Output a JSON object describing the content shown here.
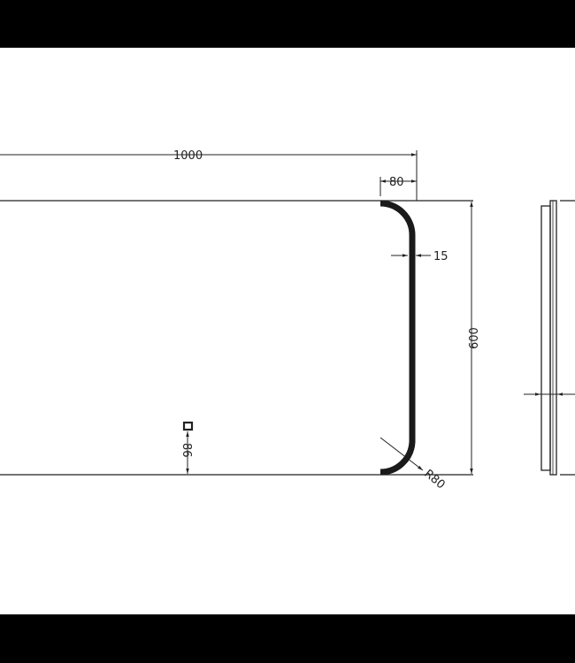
{
  "dimensions": {
    "overall_width": "1000",
    "corner_offset": "80",
    "band_width": "15",
    "height": "600",
    "indicator_offset": "86",
    "corner_radius": "R80"
  },
  "colors": {
    "line": "#222222",
    "band": "#1a1a1a",
    "letterbox": "#000000"
  }
}
